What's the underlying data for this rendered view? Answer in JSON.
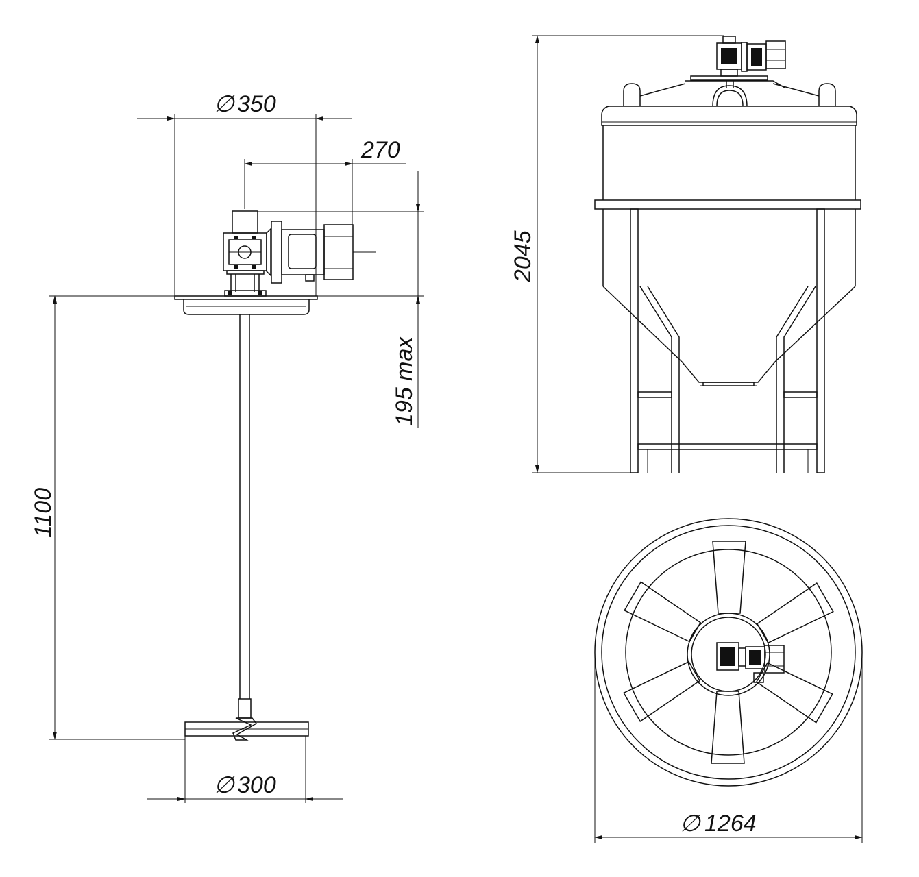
{
  "dimensions": {
    "plate_diameter": "350",
    "motor_offset": "270",
    "mount_height": "195 max",
    "shaft_length": "1100",
    "impeller_diameter": "300",
    "tank_height": "2045",
    "tank_diameter": "1264"
  },
  "symbols": {
    "diameter": "∅"
  },
  "colors": {
    "line": "#111111",
    "background": "#ffffff"
  }
}
